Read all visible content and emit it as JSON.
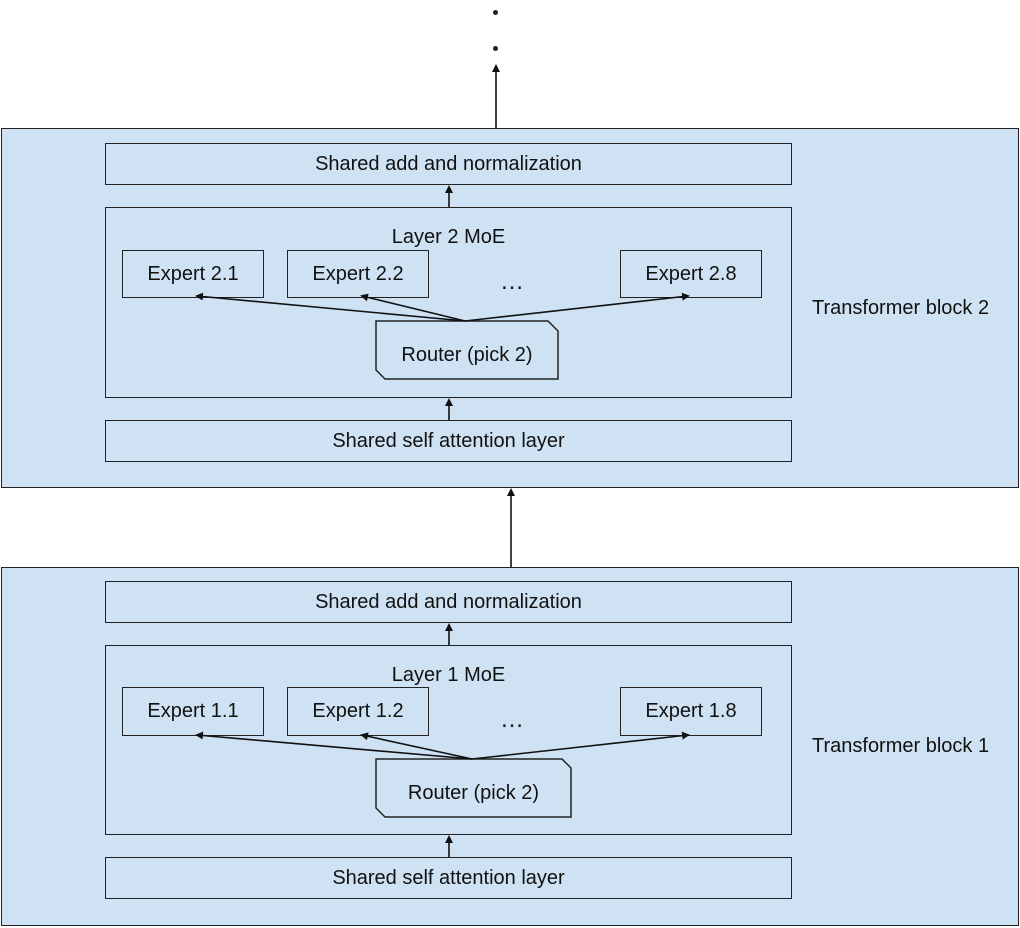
{
  "blocks": [
    {
      "label": "Transformer block 2",
      "norm": "Shared add and normalization",
      "moe_title": "Layer 2 MoE",
      "experts": [
        "Expert 2.1",
        "Expert 2.2",
        "Expert 2.8"
      ],
      "ellipsis": "…",
      "router": "Router (pick 2)",
      "attention": "Shared self attention layer"
    },
    {
      "label": "Transformer block 1",
      "norm": "Shared add and normalization",
      "moe_title": "Layer 1 MoE",
      "experts": [
        "Expert 1.1",
        "Expert 1.2",
        "Expert 1.8"
      ],
      "ellipsis": "…",
      "router": "Router (pick 2)",
      "attention": "Shared self attention layer"
    }
  ],
  "top_continuation": ". ."
}
